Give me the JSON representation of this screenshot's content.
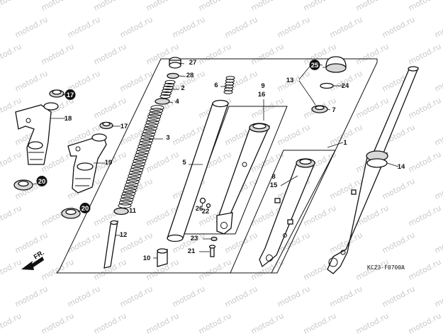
{
  "watermark": "motod.ru",
  "diagram_code": "KC23-F0700A",
  "direction_label": "FR.",
  "callouts": {
    "c1": "1",
    "c2": "2",
    "c3": "3",
    "c4": "4",
    "c5": "5",
    "c6": "6",
    "c7": "7",
    "c8": "8",
    "c9": "9",
    "c10": "10",
    "c11": "11",
    "c12": "12",
    "c13": "13",
    "c14": "14",
    "c15": "15",
    "c16": "16",
    "c17a": "17",
    "c17b": "17",
    "c18": "18",
    "c19": "19",
    "c20a": "20",
    "c20b": "20",
    "c21": "21",
    "c22": "22",
    "c23": "23",
    "c24": "24",
    "c25": "25",
    "c26": "26",
    "c27": "27",
    "c28": "28"
  }
}
